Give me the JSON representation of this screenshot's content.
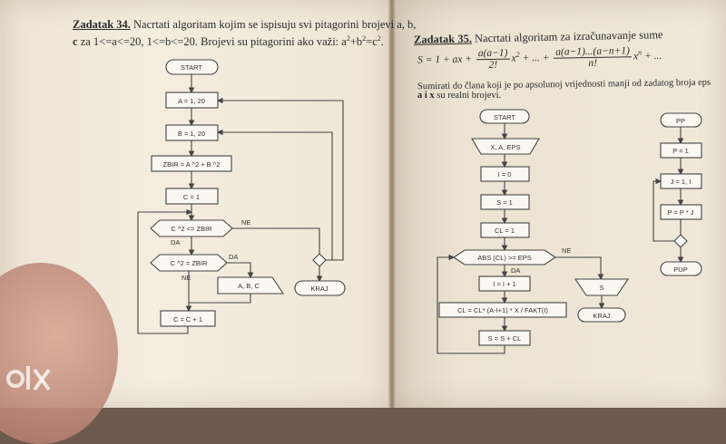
{
  "left": {
    "heading": "Zadatak 34.",
    "line1": "Nacrtati algoritam kojim se ispisuju svi pitagorini brojevi a, b,",
    "line2a": "c",
    "line2b": " za 1<=a<=20, 1<=b<=20. Brojevi su pitagorini ako važi: a",
    "line2c": "+b",
    "line2d": "=c",
    "line2e": ".",
    "sup": "2",
    "flow": {
      "start": "START",
      "a_loop": "A = 1, 20",
      "b_loop": "B = 1, 20",
      "zbir": "ZBIR = A ^2 + B ^2",
      "c_init": "C = 1",
      "cond1": "C ^2 <= ZBIR",
      "cond2": "C ^2 = ZBIR",
      "output": "A, B, C",
      "increment": "C = C + 1",
      "end": "KRAJ",
      "ne1": "NE",
      "da1": "DA",
      "da2": "DA",
      "ne2": "NE"
    }
  },
  "right": {
    "heading": "Zadatak 35.",
    "line1": "Nacrtati algoritam za izračunavanje sume",
    "formula": {
      "s_lhs": "S = 1 + ax +",
      "f1_num": "a(a−1)",
      "f1_den": "2!",
      "x2": "x",
      "x2_exp": "2",
      "mid": "+ ... +",
      "f2_num": "a(a−1)...(a−n+1)",
      "f2_den": "n!",
      "xn": "x",
      "xn_exp": "n",
      "tail": "+ ..."
    },
    "line2": "Sumirati do člana koji je po apsolunoj vrijednosti manji od zadatog broja eps",
    "line3a": "a i x",
    "line3b": " su realni brojevi.",
    "flow": {
      "start": "START",
      "input": "X, A, EPS",
      "i_init": "I = 0",
      "s_init": "S = 1",
      "cl_init": "CL = 1",
      "cond": "ABS (CL) >= EPS",
      "ne": "NE",
      "da": "DA",
      "i_inc": "I = I + 1",
      "cl_update": "CL = CL* (A-I+1) * X / FAKT(I)",
      "s_update": "S = S + CL",
      "output": "S",
      "end": "KRAJ"
    },
    "sub": {
      "pp": "PP",
      "p_init": "P = 1",
      "j_loop": "J = 1, I",
      "p_update": "P = P * J",
      "pup": "PUP"
    }
  },
  "watermark": {
    "text": "OLX"
  },
  "colors": {
    "page": "#f3ecdf",
    "ink": "#2b2b2b",
    "background": "#6e5a4c"
  }
}
